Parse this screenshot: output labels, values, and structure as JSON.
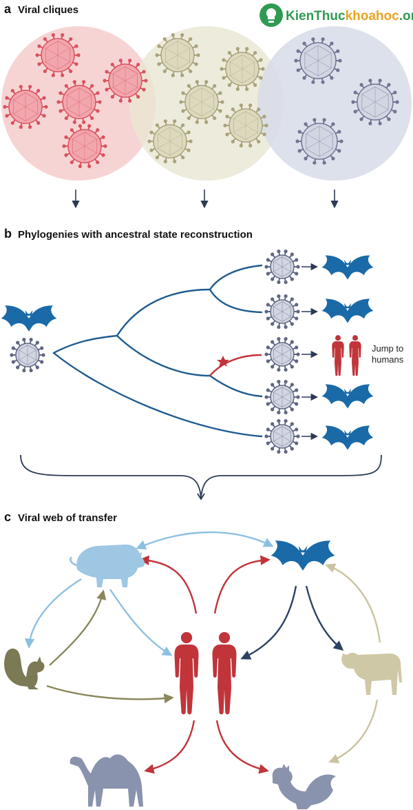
{
  "watermark": {
    "brand_a": "KienThuc",
    "brand_b": "khoahoc",
    "brand_c": ".org"
  },
  "panel_a": {
    "letter": "a",
    "title": "Viral cliques",
    "cliques": [
      {
        "name": "red",
        "fill": "#f6d3d3",
        "virus": "#d9525f"
      },
      {
        "name": "olive",
        "fill": "#e9e8d6",
        "virus": "#a9a27c"
      },
      {
        "name": "blue",
        "fill": "#dbdfe9",
        "virus": "#6e7692"
      }
    ]
  },
  "panel_b": {
    "letter": "b",
    "title": "Phylogenies with ancestral state reconstruction",
    "jump_label_1": "Jump to",
    "jump_label_2": "humans",
    "colors": {
      "tree": "#1f5b8f",
      "jump": "#c0343a",
      "bat": "#1a6aa8",
      "human": "#c0343a"
    }
  },
  "panel_c": {
    "letter": "c",
    "title": "Viral web of transfer",
    "colors": {
      "pig": "#9ec7e4",
      "bat": "#1a6aa8",
      "squirrel": "#7c7a55",
      "human": "#c0343a",
      "cow": "#cfc8a6",
      "camel": "#8a93ad",
      "rooster": "#8a93ad"
    }
  }
}
